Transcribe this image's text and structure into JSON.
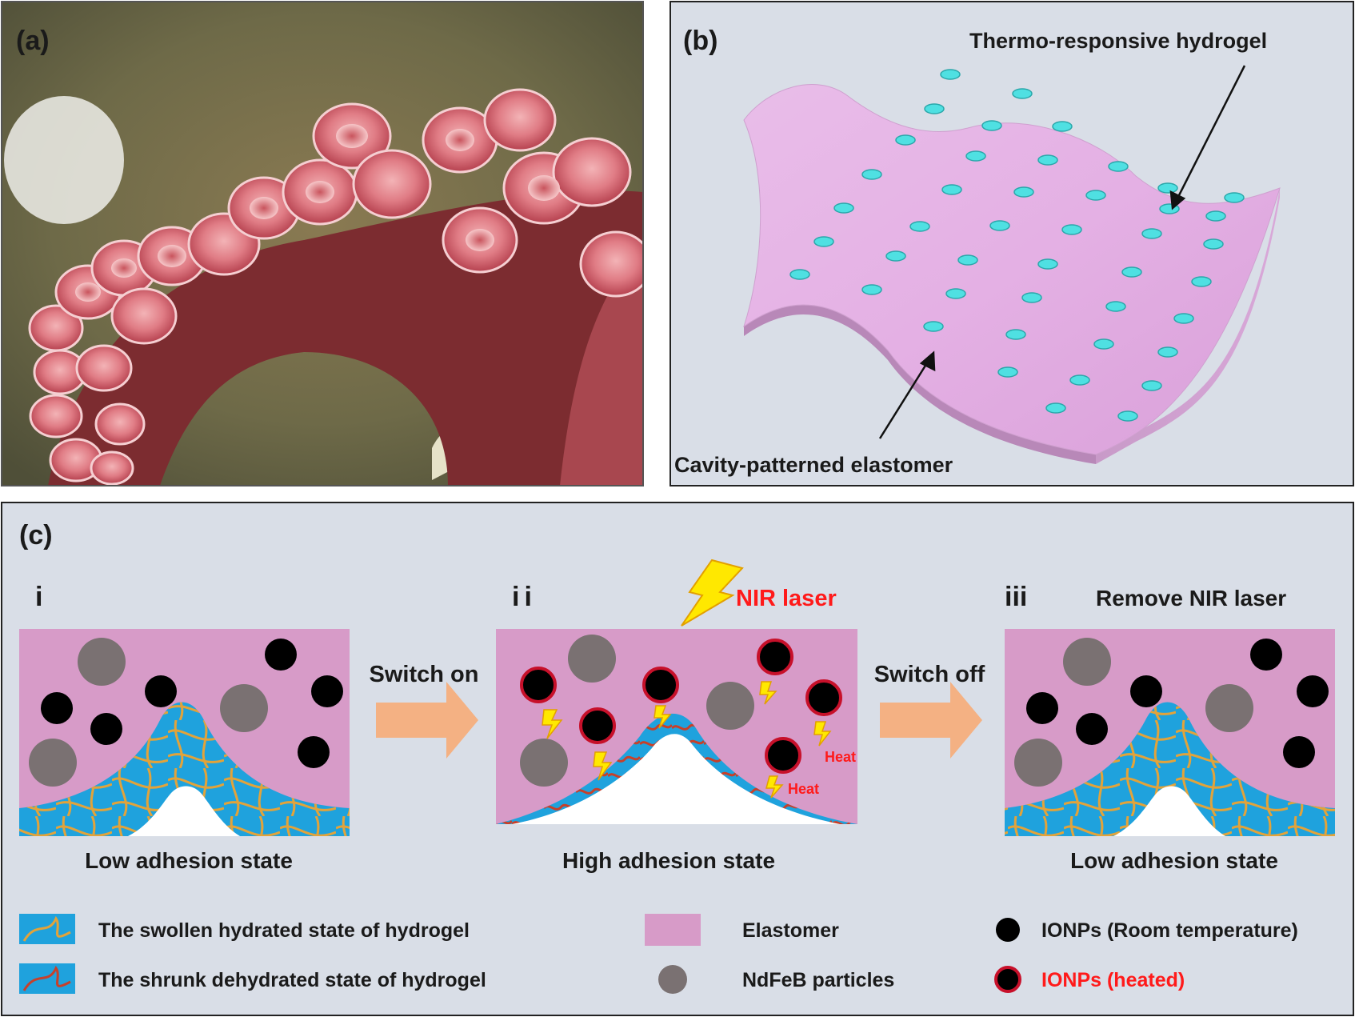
{
  "panels": {
    "a": {
      "label": "(a)"
    },
    "b": {
      "label": "(b)",
      "callout_hydrogel": "Thermo-responsive hydrogel",
      "callout_elastomer": "Cavity-patterned elastomer"
    },
    "c": {
      "label": "(c)",
      "steps": [
        {
          "numeral": "i",
          "caption": "Low adhesion state"
        },
        {
          "numeral": "ii",
          "caption": "High adhesion state",
          "trigger": "NIR laser"
        },
        {
          "numeral": "iii",
          "caption": "Low adhesion state",
          "trigger": "Remove NIR laser"
        }
      ],
      "arrows": [
        {
          "label": "Switch on"
        },
        {
          "label": "Switch off"
        }
      ],
      "heat_labels": [
        "Heat",
        "Heat"
      ],
      "legend": [
        {
          "label": "The swollen hydrated state of hydrogel"
        },
        {
          "label": "The shrunk dehydrated state of hydrogel"
        },
        {
          "label": "Elastomer"
        },
        {
          "label": "NdFeB particles"
        },
        {
          "label": "IONPs (Room temperature)"
        },
        {
          "label": "IONPs (heated)"
        }
      ]
    }
  },
  "colors": {
    "elastomer": "#d79bc8",
    "hydrogel": "#1fa2dd",
    "swollen_fiber": "#e2a33a",
    "shrunk_fiber": "#c7402a",
    "ndfeb": "#7a7172",
    "ionp": "#000000",
    "heated_ring": "#c7102a",
    "arrow": "#f4b183",
    "bolt": "#ffe800",
    "panel_bg": "#d9dee7",
    "accent_red": "#ff1a1a"
  }
}
